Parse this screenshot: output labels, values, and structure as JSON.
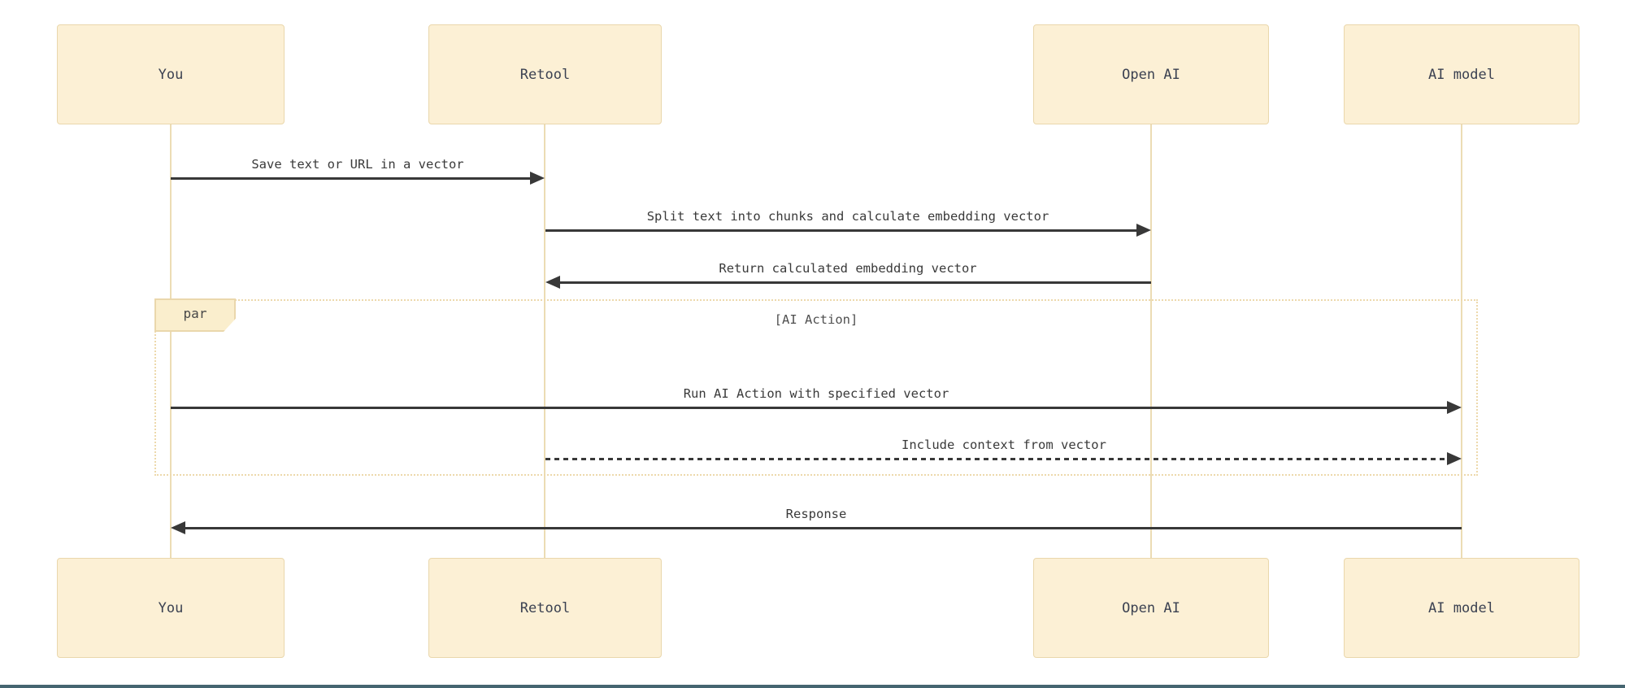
{
  "diagram": {
    "type": "sequence-diagram",
    "actors": [
      {
        "id": "you",
        "name": "You"
      },
      {
        "id": "retool",
        "name": "Retool"
      },
      {
        "id": "openai",
        "name": "Open AI"
      },
      {
        "id": "aimodel",
        "name": "AI model"
      }
    ],
    "messages": [
      {
        "from": "You",
        "to": "Retool",
        "label": "Save text or URL in a vector",
        "line": "solid",
        "direction": "right"
      },
      {
        "from": "Retool",
        "to": "Open AI",
        "label": "Split text into chunks and calculate embedding vector",
        "line": "solid",
        "direction": "right"
      },
      {
        "from": "Open AI",
        "to": "Retool",
        "label": "Return calculated embedding vector",
        "line": "solid",
        "direction": "left"
      },
      {
        "from": "You",
        "to": "AI model",
        "label": "Run AI Action with specified vector",
        "line": "solid",
        "direction": "right"
      },
      {
        "from": "Retool",
        "to": "AI model",
        "label": "Include context from vector",
        "line": "dashed",
        "direction": "right"
      },
      {
        "from": "AI model",
        "to": "You",
        "label": "Response",
        "line": "solid",
        "direction": "left"
      }
    ],
    "par_block": {
      "label": "par",
      "condition": "[AI Action]"
    },
    "colors": {
      "background": "#ffffff",
      "actor_fill": "#fcf0d5",
      "actor_border": "#ead7ac",
      "actor_text": "#3b4151",
      "lifeline": "#ecdcb4",
      "message_line": "#383838",
      "message_text": "#3a3a3a",
      "par_border": "#edd9ac",
      "par_label_fill": "#faeecd",
      "par_label_text": "#474747",
      "par_condition_text": "#4f4f4f",
      "bottom_bar": "#456570"
    }
  }
}
